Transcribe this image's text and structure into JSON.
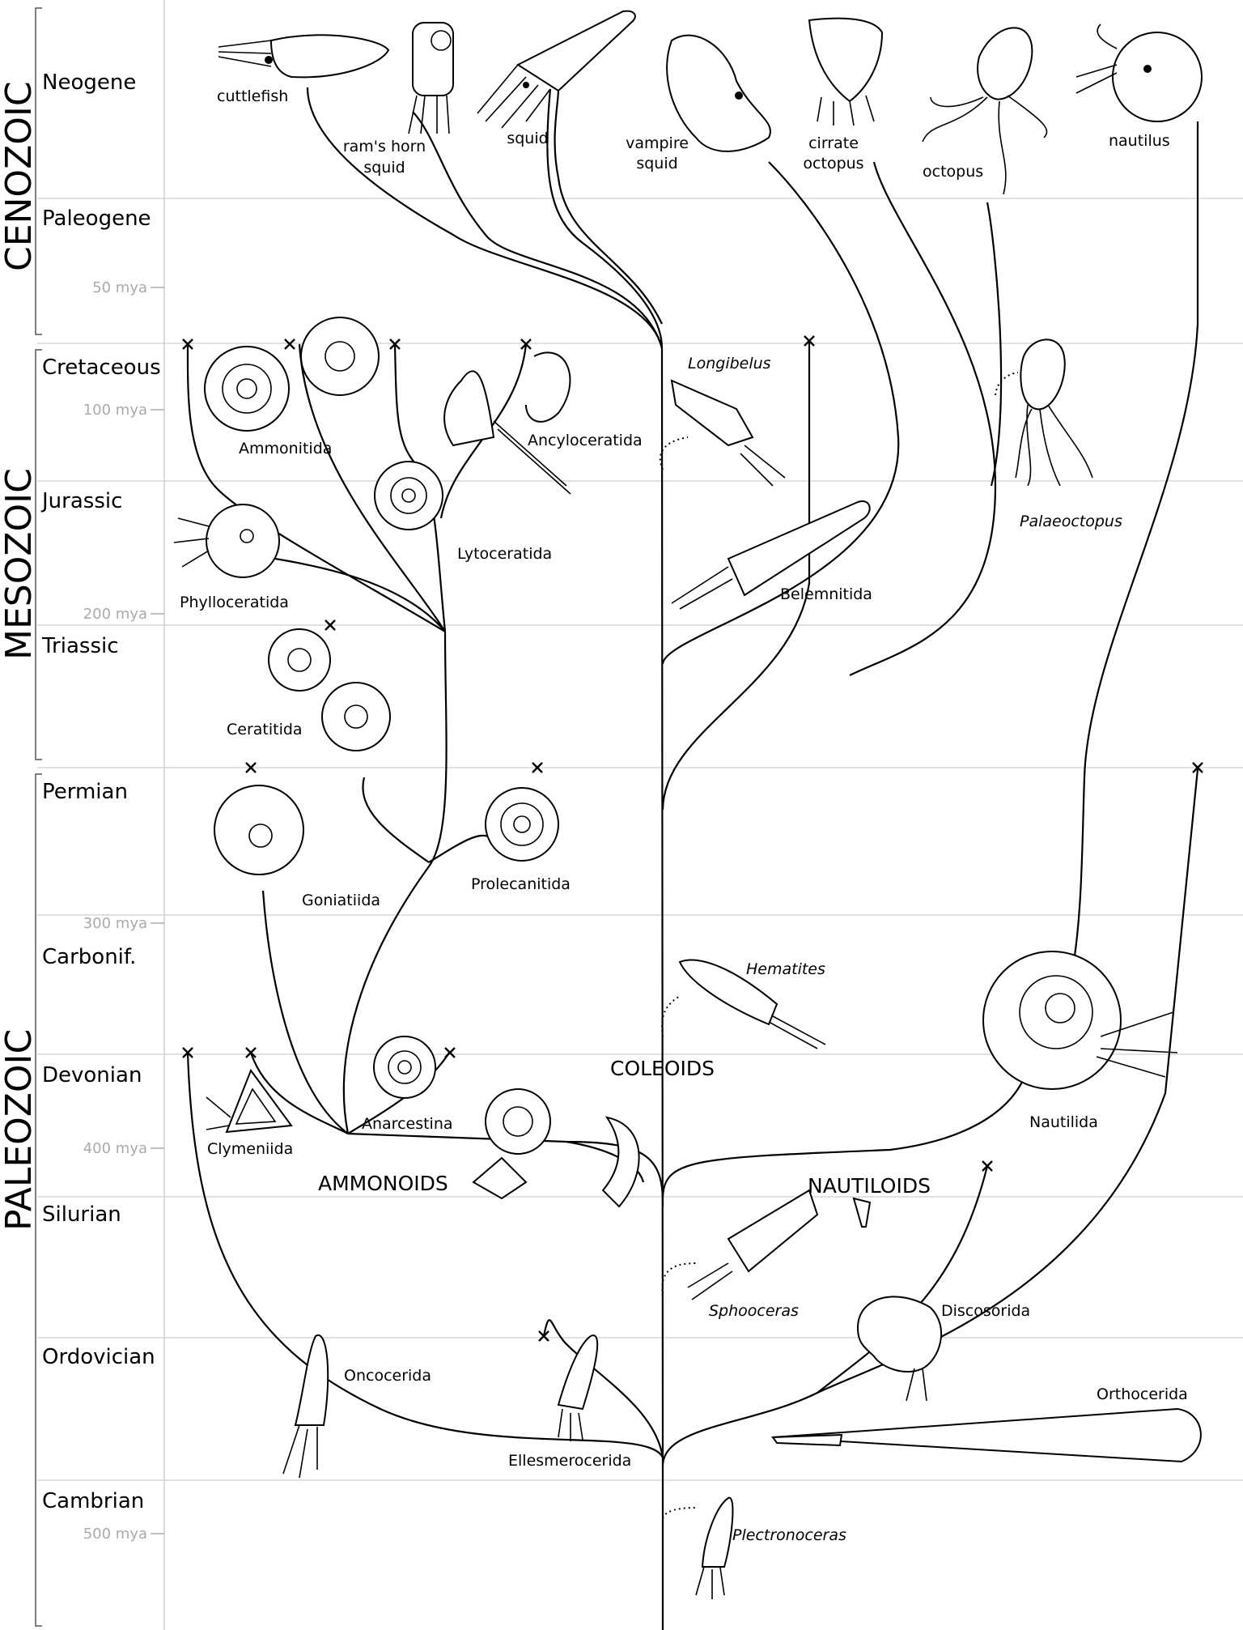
{
  "eras": [
    {
      "id": "cenozoic",
      "label": "CENOZOIC"
    },
    {
      "id": "mesozoic",
      "label": "MESOZOIC"
    },
    {
      "id": "paleozoic",
      "label": "PALEOZOIC"
    }
  ],
  "periods": [
    {
      "id": "neogene",
      "label": "Neogene"
    },
    {
      "id": "paleogene",
      "label": "Paleogene"
    },
    {
      "id": "cretaceous",
      "label": "Cretaceous"
    },
    {
      "id": "jurassic",
      "label": "Jurassic"
    },
    {
      "id": "triassic",
      "label": "Triassic"
    },
    {
      "id": "permian",
      "label": "Permian"
    },
    {
      "id": "carbonif",
      "label": "Carbonif."
    },
    {
      "id": "devonian",
      "label": "Devonian"
    },
    {
      "id": "silurian",
      "label": "Silurian"
    },
    {
      "id": "ordovician",
      "label": "Ordovician"
    },
    {
      "id": "cambrian",
      "label": "Cambrian"
    }
  ],
  "mya_ticks": [
    "50 mya",
    "100 mya",
    "200 mya",
    "300 mya",
    "400 mya",
    "500 mya"
  ],
  "groups": {
    "ammonoids": "AMMONOIDS",
    "coleoids": "COLEOIDS",
    "nautiloids": "NAUTILOIDS"
  },
  "living": {
    "cuttlefish": "cuttlefish",
    "rams_horn_1": "ram's horn",
    "rams_horn_2": "squid",
    "squid": "squid",
    "vampire_1": "vampire",
    "vampire_2": "squid",
    "cirrate_1": "cirrate",
    "cirrate_2": "octopus",
    "octopus": "octopus",
    "nautilus": "nautilus"
  },
  "taxa": {
    "longibelus": "Longibelus",
    "ammonitida": "Ammonitida",
    "ancyloceratida": "Ancyloceratida",
    "lytoceratida": "Lytoceratida",
    "phylloceratida": "Phylloceratida",
    "palaeoctopus": "Palaeoctopus",
    "belemnitida": "Belemnitida",
    "ceratitida": "Ceratitida",
    "goniatiida": "Goniatiida",
    "prolecanitida": "Prolecanitida",
    "hematites": "Hematites",
    "anarcestina": "Anarcestina",
    "clymeniida": "Clymeniida",
    "nautilida": "Nautilida",
    "sphooceras": "Sphooceras",
    "discosorida": "Discosorida",
    "oncocerida": "Oncocerida",
    "orthocerida": "Orthocerida",
    "ellesmerocerida": "Ellesmerocerida",
    "plectronoceras": "Plectronoceras"
  }
}
